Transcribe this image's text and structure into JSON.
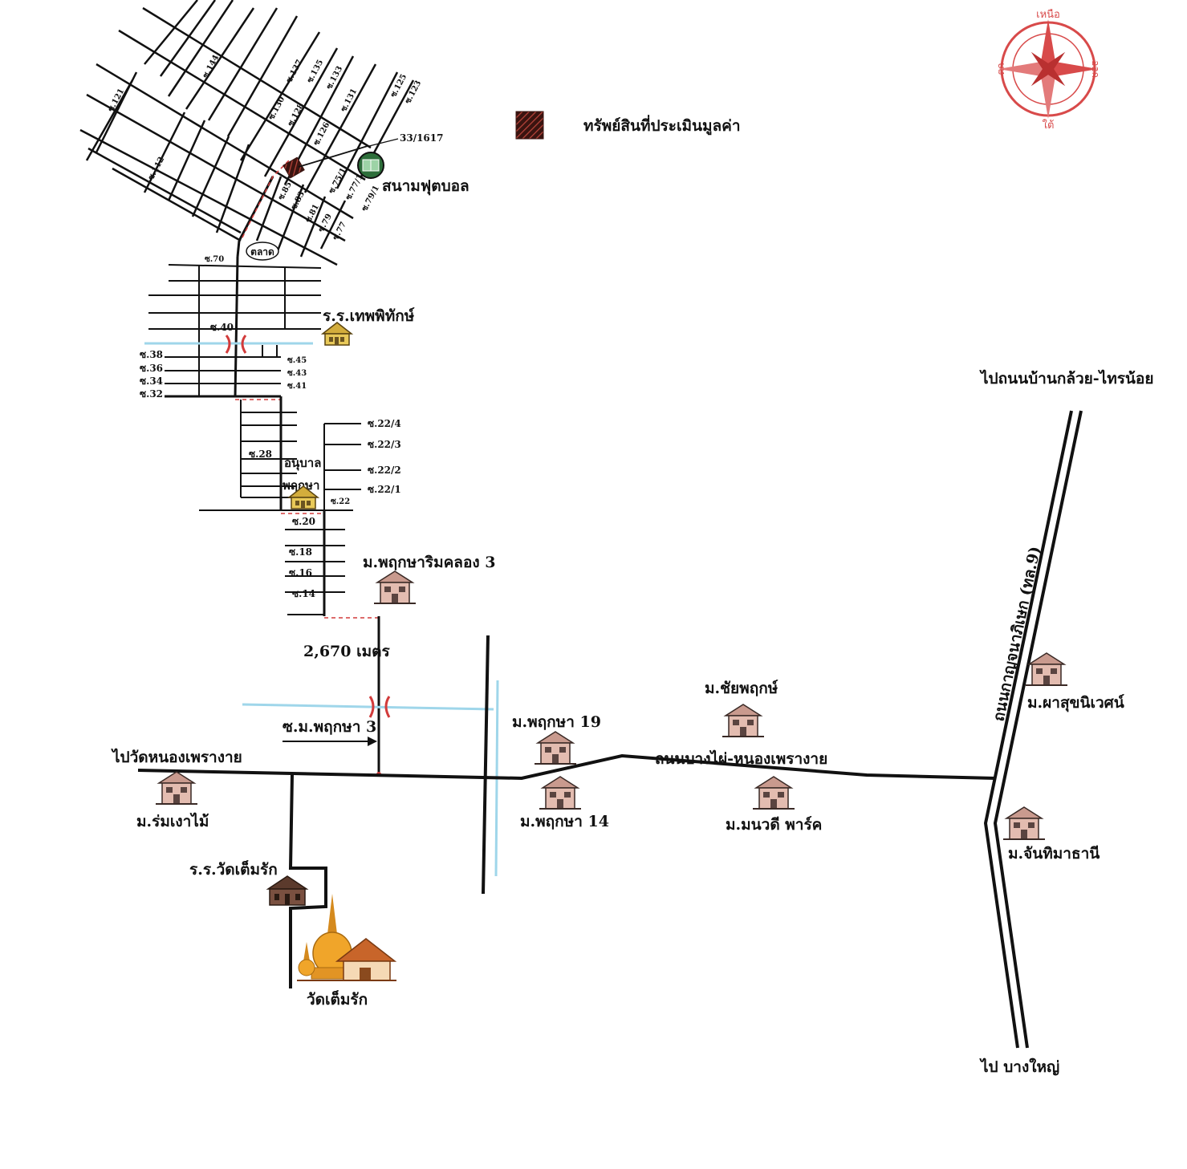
{
  "legend": {
    "label": "ทรัพย์สินที่ประเมินมูลค่า",
    "swatch_color": "#6b2a22"
  },
  "compass": {
    "north": "เหนือ",
    "south": "ใต้",
    "east": "ตก",
    "west": "ออก",
    "color": "#d84a4a"
  },
  "property": {
    "number": "33/1617"
  },
  "landmarks": {
    "football_field": "สนามฟุตบอล",
    "market": "ตลาด",
    "school_theppitak": "ร.ร.เทพพิทักษ์",
    "kindergarten_1": "อนุบาล",
    "kindergarten_2": "พฤกษา",
    "school_wat": "ร.ร.วัดเต็มรัก",
    "temple": "วัดเต็มรัก"
  },
  "villages": {
    "pruksa_rim_khlong": "ม.พฤกษาริมคลอง 3",
    "chai_pruek": "ม.ชัยพฤกษ์",
    "pruksa_19": "ม.พฤกษา 19",
    "pruksa_14": "ม.พฤกษา 14",
    "manawadee": "ม.มนวดี พาร์ค",
    "rom_ngao_mai": "ม.ร่มเงาไม้",
    "pha_suk": "ม.ผาสุขนิเวศน์",
    "chantima": "ม.จันทิมาธานี"
  },
  "roads": {
    "distance": "2,670 เมตร",
    "soi_pruksa3": "ซ.ม.พฤกษา 3",
    "to_wat_nong": "ไปวัดหนองเพรางาย",
    "main_road": "ถนนบางไผ่-หนองเพรางาย",
    "highway": "ถนนกาญจนาภิเษก (ทล.9)",
    "to_north": "ไปถนนบ้านกล้วย-ไทรน้อย",
    "to_south": "ไป บางใหญ่"
  },
  "sois": {
    "s121": "ซ.121",
    "s112": "ซ.112",
    "s144": "ซ.144",
    "s137": "ซ.137",
    "s135": "ซ.135",
    "s133": "ซ.133",
    "s131": "ซ.131",
    "s130": "ซ.130",
    "s128": "ซ.128",
    "s126": "ซ.126",
    "s125": "ซ.125",
    "s123": "ซ.123",
    "s85": "ซ.85",
    "s83": "ซ.83",
    "s81": "ซ.81",
    "s79": "ซ.79",
    "s77": "ซ.77",
    "s75": "ซ.75/1",
    "s77_1": "ซ.77/1",
    "s79_1": "ซ.79/1",
    "s70": "ซ.70",
    "s40": "ซ.40",
    "s38": "ซ.38",
    "s36": "ซ.36",
    "s34": "ซ.34",
    "s32": "ซ.32",
    "s45": "ซ.45",
    "s43": "ซ.43",
    "s41": "ซ.41",
    "s28": "ซ.28",
    "s22_4": "ซ.22/4",
    "s22_3": "ซ.22/3",
    "s22_2": "ซ.22/2",
    "s22_1": "ซ.22/1",
    "s22": "ซ.22",
    "s20": "ซ.20",
    "s18": "ซ.18",
    "s16": "ซ.16",
    "s14": "ซ.14"
  }
}
